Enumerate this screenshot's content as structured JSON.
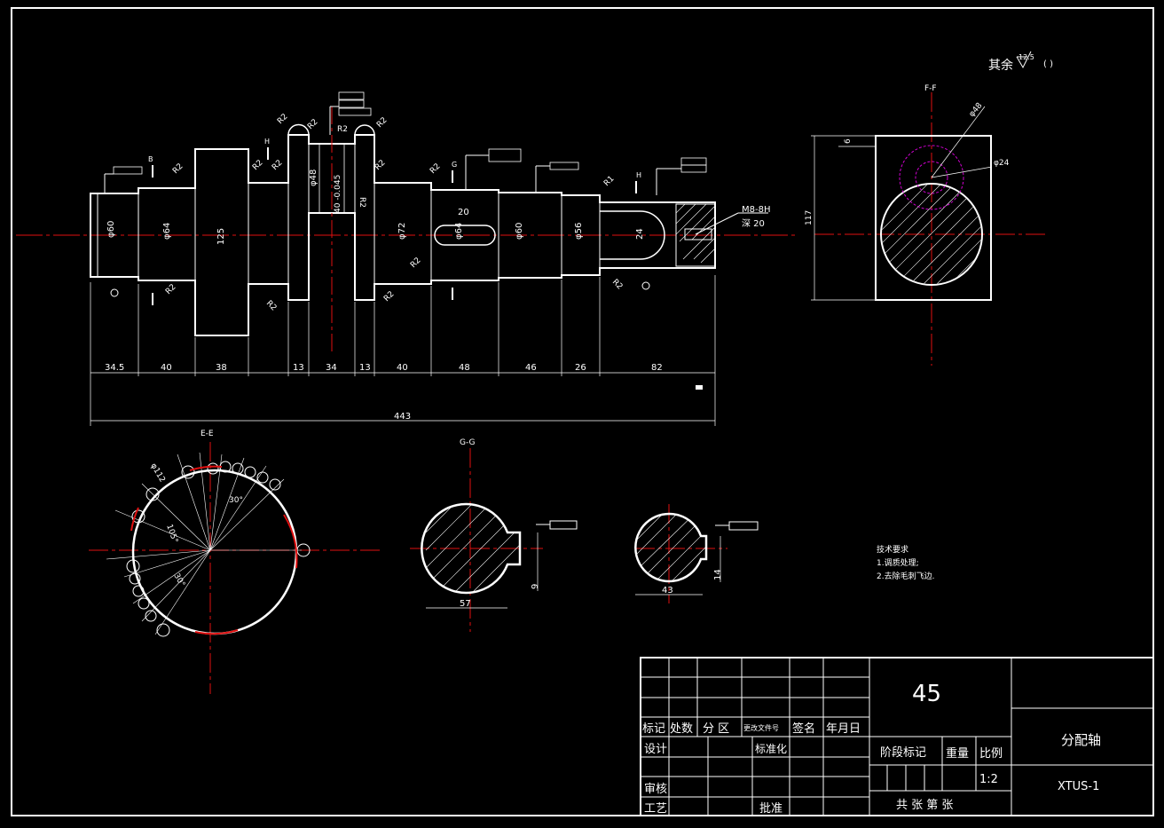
{
  "drawing": {
    "roughness_note": "其余",
    "roughness_value": "12.5",
    "roughness_paren": "(   )",
    "section_ff": "F-F",
    "section_ee": "E-E",
    "section_gg": "G-G",
    "thread_spec": "M8-8H",
    "thread_depth": "深 20",
    "view_label_b": "B",
    "view_label_g": "G",
    "view_label_h": "H",
    "radius_r2": "R2",
    "radius_r1": "R1",
    "dia_60": "φ60",
    "dia_64": "φ64",
    "dia_125": "125",
    "dia_48": "φ48",
    "dia_tol": "40 -0.045",
    "dia_72": "φ72",
    "dia_64b": "φ64",
    "dia_60b": "φ60",
    "dia_56": "φ56",
    "dia_24": "24",
    "key_width": "20",
    "ff_dia_48": "φ48",
    "ff_dia_24": "φ24",
    "ff_6": "6",
    "ff_117": "117",
    "ee_dia_112": "φ112",
    "ee_angle_30": "30°",
    "ee_angle_105": "105°",
    "ee_angle_30b": "30°",
    "gg_57": "57",
    "gg_9": "9",
    "hh_43": "43",
    "hh_14": "14",
    "dims": [
      "34.5",
      "40",
      "38",
      "13",
      "34",
      "13",
      "40",
      "48",
      "46",
      "26",
      "82"
    ],
    "total_length": "443"
  },
  "tech_req": {
    "title": "技术要求",
    "item1": "1.调质处理;",
    "item2": "2.去除毛刺飞边."
  },
  "title_block": {
    "material": "45",
    "part_name": "分配轴",
    "drawing_no": "XTUS-1",
    "mark": "标记",
    "count": "处数",
    "zone": "分 区",
    "change_doc": "更改文件号",
    "sign": "签名",
    "date": "年月日",
    "design": "设计",
    "standardize": "标准化",
    "stage_mark": "阶段标记",
    "weight": "重量",
    "scale": "比例",
    "scale_value": "1:2",
    "review": "审核",
    "process": "工艺",
    "approve": "批准",
    "sheets": "共 张  第 张"
  }
}
